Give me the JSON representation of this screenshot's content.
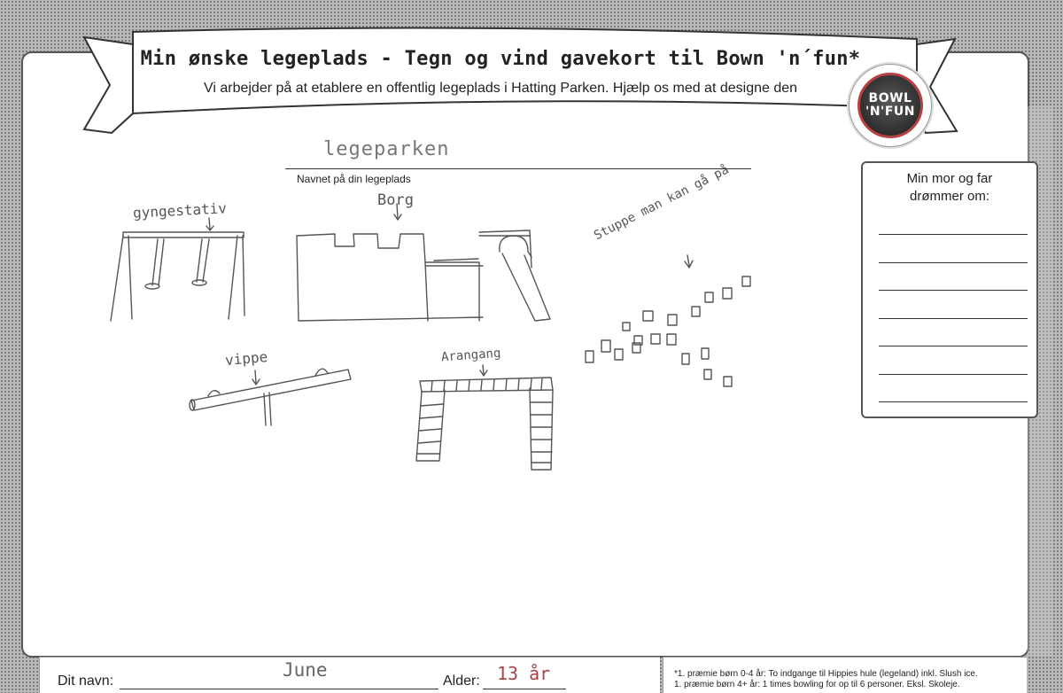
{
  "banner": {
    "title": "Min ønske legeplads - Tegn og vind gavekort til Bown 'n´fun*",
    "subtitle": "Vi arbejder på at etablere en offentlig legeplads i Hatting Parken. Hjælp os med at designe den"
  },
  "logo": {
    "line1": "BOWL",
    "line2": "'N'FUN"
  },
  "playground": {
    "name_value": "legeparken",
    "name_caption": "Navnet på din legeplads"
  },
  "drawing_labels": {
    "swing": "gyngestativ",
    "castle": "Borg",
    "seesaw": "vippe",
    "gate": "Arangang",
    "stepping": "Stuppe man kan gå på"
  },
  "dream_box": {
    "title_line1": "Min mor og far",
    "title_line2": "drømmer om:"
  },
  "footer": {
    "name_label": "Dit navn:",
    "name_value": "June",
    "age_label": "Alder:",
    "age_value": "13 år",
    "prize_line1": "*1. præmie børn 0-4 år: To indgange til Hippies hule (legeland) inkl. Slush ice.",
    "prize_line2": " 1. præmie børn 4+ år:  1 times bowling for op til 6 personer. Eksl. Skoleje."
  },
  "colors": {
    "logo_ring": "#b84040",
    "logo_fill": "#3a3a3a",
    "pencil": "#555555"
  }
}
